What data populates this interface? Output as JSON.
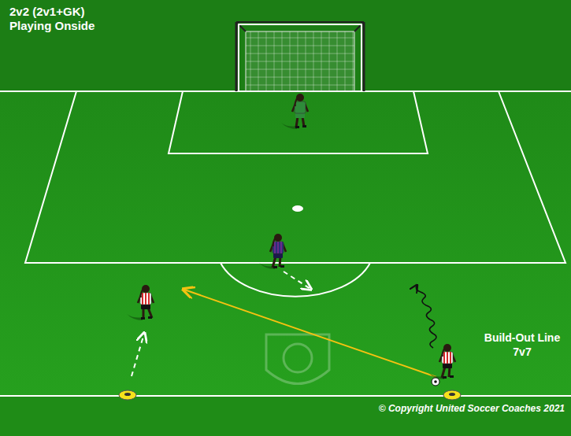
{
  "diagram": {
    "title": "2v2 (2v1+GK) Playing Onside",
    "labels": [
      "Build-Out Line 7v7",
      "© Copyright United Soccer Coaches 2021"
    ]
  }
}
